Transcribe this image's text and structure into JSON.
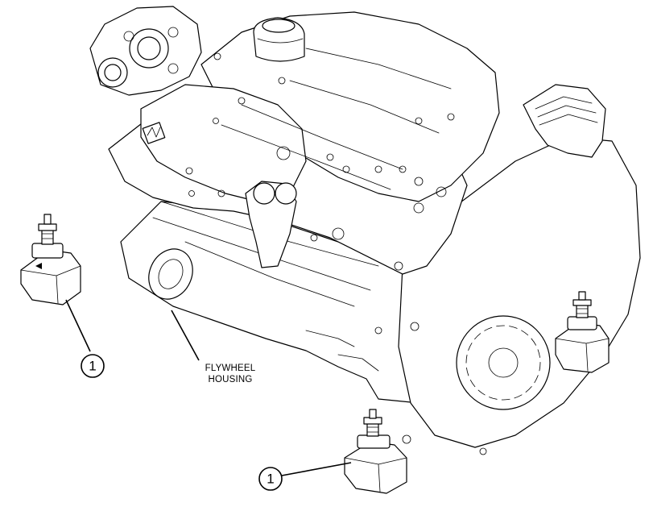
{
  "labels": {
    "flywheel_line1": "FLYWHEEL",
    "flywheel_line2": "HOUSING"
  },
  "callouts": [
    {
      "number": "1"
    },
    {
      "number": "1"
    }
  ],
  "icons": {
    "engine": "engine-drawing-icon",
    "mount": "engine-mount-icon",
    "cat_logo": "cat-logo-icon"
  }
}
